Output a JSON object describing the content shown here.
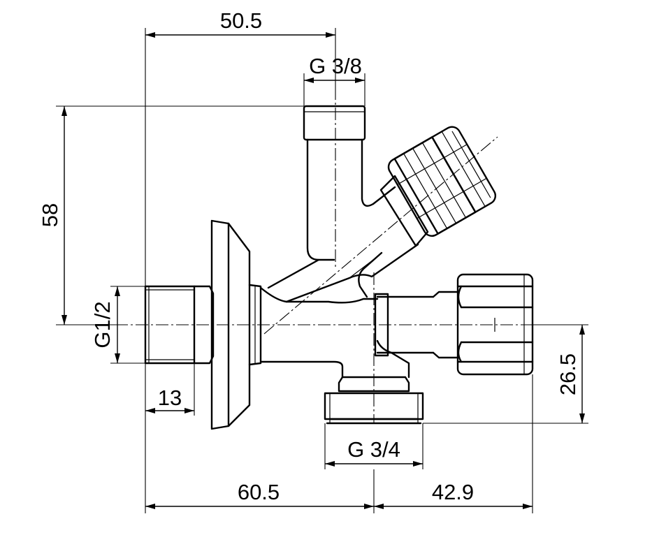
{
  "dimensions": {
    "top_width": "50.5",
    "branch_thread": "G 3/8",
    "height": "58",
    "inlet_thread": "G1/2",
    "inlet_length": "13",
    "outlet_thread": "G 3/4",
    "outlet_drop": "26.5",
    "left_span": "60.5",
    "right_span": "42.9"
  }
}
